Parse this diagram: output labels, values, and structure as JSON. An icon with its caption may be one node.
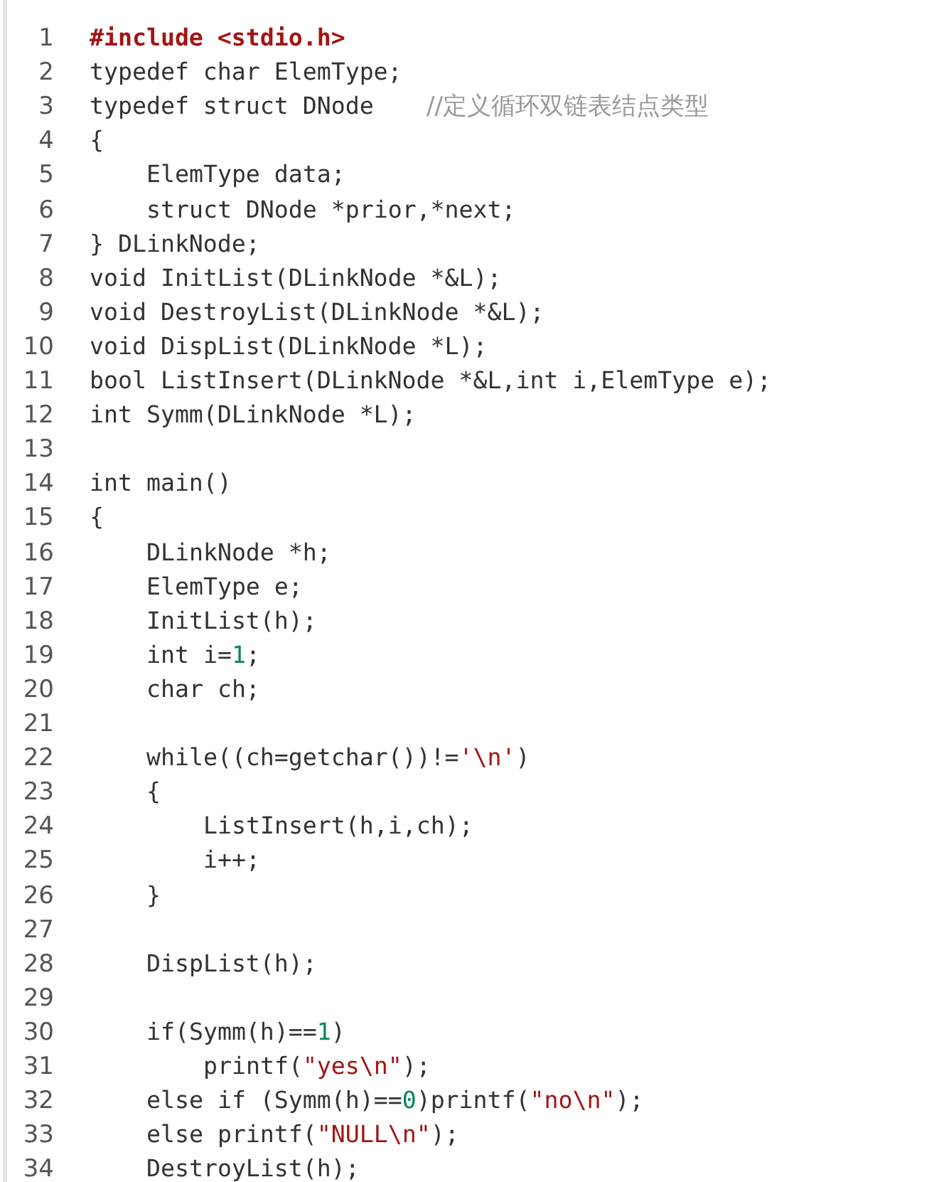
{
  "diagram": {
    "labels": [
      "1",
      "#include <stdio.h>",
      "2",
      "typedef char ElemType;",
      "3",
      "typedef struct DNode",
      "//定义循环双链表结点类型",
      "4",
      "{",
      "5",
      "ElemType data;",
      "6",
      "struct DNode *prior,*next;",
      "7",
      "} DLinkNode;",
      "8",
      "void InitList(DLinkNode *&L);",
      "9",
      "void DestroyList(DLinkNode *&L);",
      "10",
      "void DispList(DLinkNode *L);",
      "11",
      "bool ListInsert(DLinkNode *&L,int i,ElemType e);",
      "12",
      "int Symm(DLinkNode *L);",
      "13",
      "14",
      "int main()",
      "15",
      "{",
      "16",
      "DLinkNode *h;",
      "17",
      "ElemType e;",
      "18",
      "InitList(h);",
      "19",
      "int i=1;",
      "20",
      "char ch;",
      "21",
      "22",
      "while((ch=getchar())!='\\n')",
      "23",
      "{",
      "24",
      "ListInsert(h,i,ch);",
      "25",
      "i++;",
      "26",
      "}",
      "27",
      "28",
      "DispList(h);",
      "29",
      "30",
      "if(Symm(h)==1)",
      "31",
      "printf(\"yes\\n\");",
      "32",
      "else if (Symm(h)==0)printf(\"no\\n\");",
      "33",
      "else printf(\"NULL\\n\");",
      "34",
      "DestroyList(h);"
    ]
  }
}
